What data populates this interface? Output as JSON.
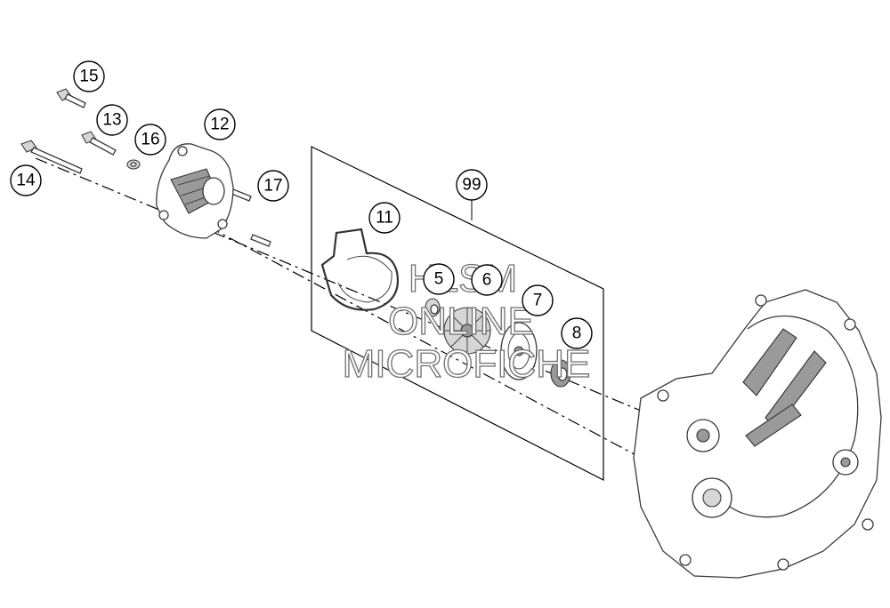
{
  "callouts": [
    "15",
    "13",
    "16",
    "12",
    "14",
    "17",
    "99",
    "11",
    "5",
    "6",
    "7",
    "8"
  ],
  "watermark": {
    "line1": "HLSM",
    "line2": "ONLINE",
    "line3": "MICROFICHE"
  },
  "colors": {
    "line": "#000000",
    "shading": "#9a9a9a",
    "background": "#ffffff"
  }
}
